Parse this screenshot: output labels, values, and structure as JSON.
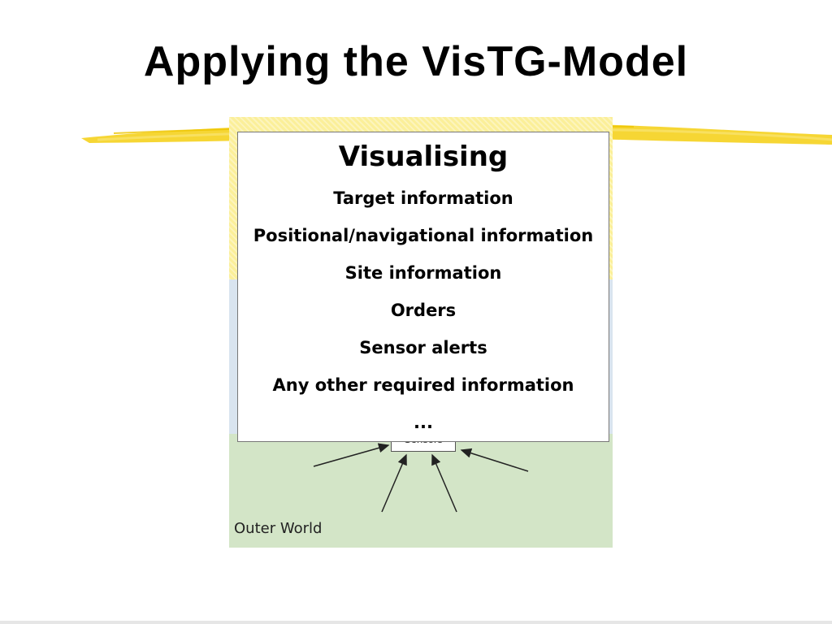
{
  "slide": {
    "title": "Applying the VisTG-Model"
  },
  "overlay": {
    "title": "Visualising",
    "items": [
      "Target information",
      "Positional/navigational information",
      "Site information",
      "Orders",
      "Sensor alerts",
      "Any other required information",
      "..."
    ]
  },
  "diagram": {
    "sensors_label": "Sensors",
    "outer_world_label": "Outer World"
  },
  "colors": {
    "accent_stroke": "#f5d21e",
    "yellow_band": "#fbef99",
    "blue_band": "#d9e4ef",
    "green_band": "#d3e5c7"
  }
}
